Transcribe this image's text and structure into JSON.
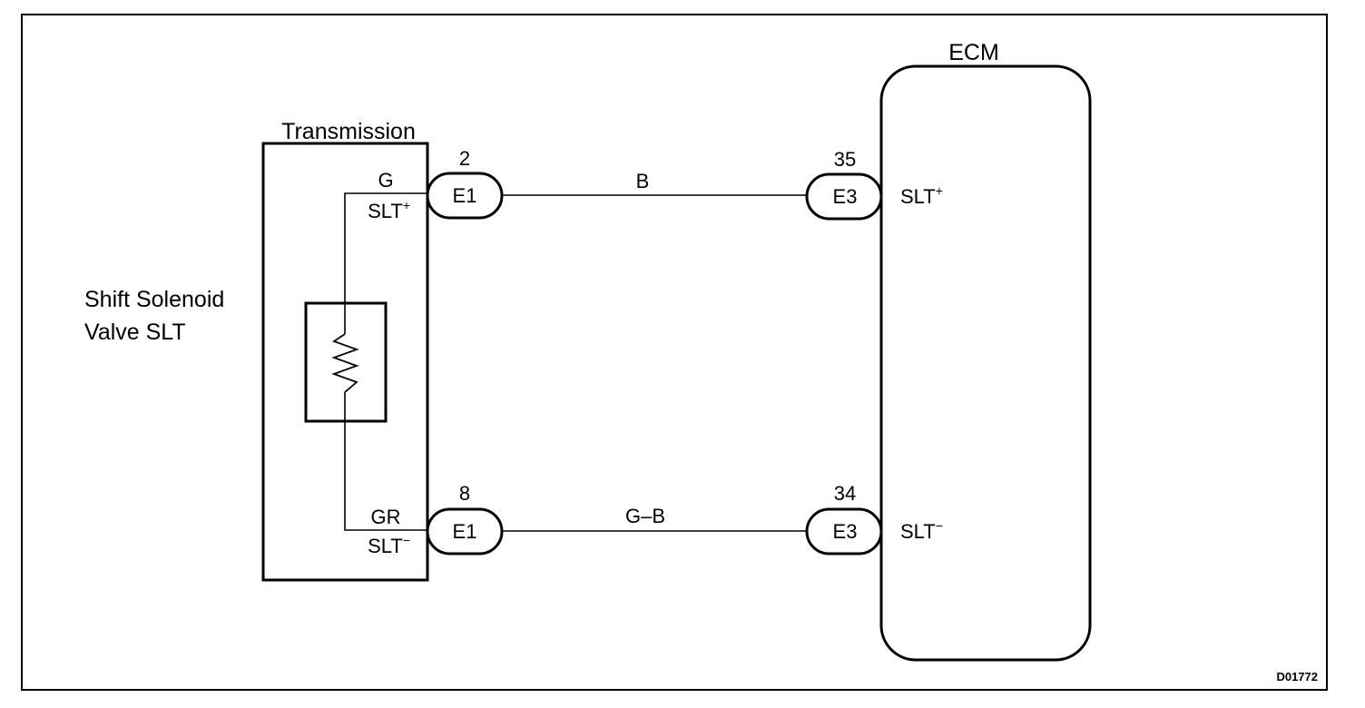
{
  "transmission": {
    "label": "Transmission",
    "pin_top": {
      "wire_color": "G",
      "signal_base": "SLT",
      "signal_sign": "+"
    },
    "pin_bottom": {
      "wire_color": "GR",
      "signal_base": "SLT",
      "signal_sign": "−"
    }
  },
  "solenoid": {
    "label_line1": "Shift Solenoid",
    "label_line2": "Valve SLT"
  },
  "connector_left_top": {
    "name": "E1",
    "pin": "2"
  },
  "connector_left_bottom": {
    "name": "E1",
    "pin": "8"
  },
  "connector_right_top": {
    "name": "E3",
    "pin": "35"
  },
  "connector_right_bottom": {
    "name": "E3",
    "pin": "34"
  },
  "wire_top": {
    "color_code": "B"
  },
  "wire_bottom": {
    "color_code": "G–B"
  },
  "ecm": {
    "label": "ECM",
    "pin_top": {
      "signal_base": "SLT",
      "signal_sign": "+"
    },
    "pin_bottom": {
      "signal_base": "SLT",
      "signal_sign": "−"
    }
  },
  "figure_code": "D01772"
}
